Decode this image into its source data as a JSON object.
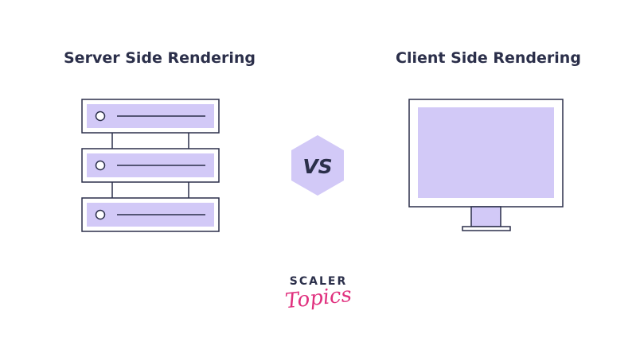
{
  "server": {
    "title": "Server Side Rendering"
  },
  "vs": {
    "label": "VS"
  },
  "client": {
    "title": "Client Side Rendering"
  },
  "brand": {
    "top": "SCALER",
    "bottom": "Topics"
  },
  "colors": {
    "text": "#2b2f4a",
    "fill": "#d2c9f7",
    "outline": "#2b2f4a",
    "brand_accent": "#e0307e"
  }
}
